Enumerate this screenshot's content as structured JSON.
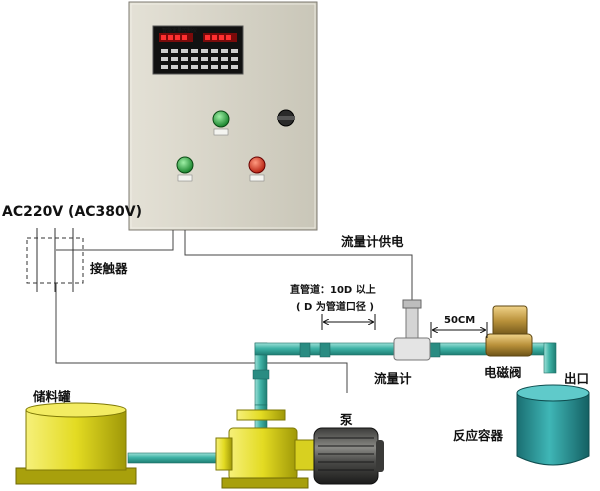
{
  "diagram": {
    "controller_title": "智能定量控制仪",
    "power_label": "AC220V (AC380V)",
    "contactor_label": "接触器",
    "flowmeter_power_label": "流量计供电",
    "straight_pipe_label": "直管道：10D 以上",
    "straight_pipe_note": "( D 为管道口径 )",
    "distance_label": "50CM",
    "flowmeter_label": "流量计",
    "solenoid_valve_label": "电磁阀",
    "outlet_label": "出口",
    "storage_tank_label": "储料罐",
    "pump_label": "泵",
    "reactor_label": "反应容器"
  },
  "colors": {
    "cabinet": "#d6d3c6",
    "pipe": "#3fb3a6",
    "pump": "#d9d216",
    "tank": "#e7e12f",
    "container": "#2a9a9a",
    "valve_brass": "#b9913a"
  }
}
